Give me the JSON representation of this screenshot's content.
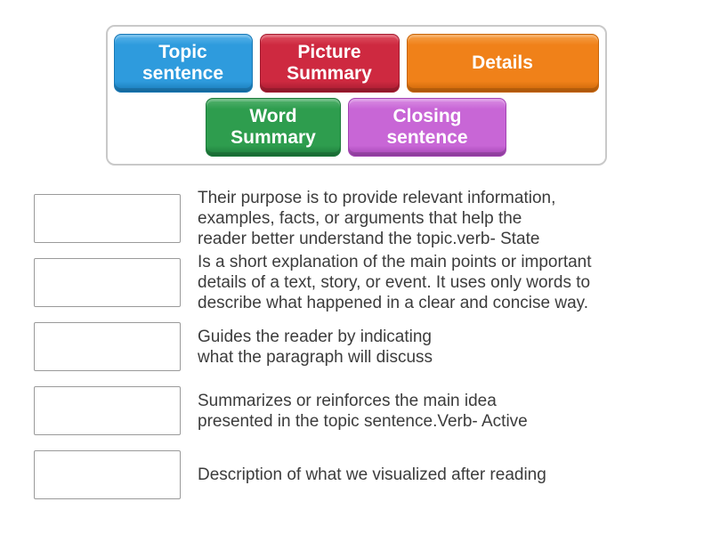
{
  "page": {
    "background": "#ffffff",
    "text_color": "#3c3c3c",
    "slot_border_color": "#9a9a9a",
    "tray_border_color": "#c9c9c9"
  },
  "tray": {
    "tiles": [
      {
        "id": "topic-sentence",
        "label": "Topic\nsentence",
        "colors": {
          "base": "#2E9BDD",
          "light": "#5CB4EA",
          "dark": "#1878B5"
        }
      },
      {
        "id": "picture-summary",
        "label": "Picture\nSummary",
        "colors": {
          "base": "#CE2940",
          "light": "#DF5263",
          "dark": "#A31C30"
        }
      },
      {
        "id": "details",
        "label": "Details",
        "colors": {
          "base": "#F08119",
          "light": "#F6A14C",
          "dark": "#C76408"
        }
      },
      {
        "id": "word-summary",
        "label": "Word\nSummary",
        "colors": {
          "base": "#2E9D4E",
          "light": "#55B26F",
          "dark": "#1C7A3B"
        }
      },
      {
        "id": "closing-sentence",
        "label": "Closing\nsentence",
        "colors": {
          "base": "#C866D6",
          "light": "#DA8FE4",
          "dark": "#A344B3"
        }
      }
    ]
  },
  "matches": [
    {
      "clue": "Their purpose is to provide relevant information,\nexamples, facts, or arguments that help the\nreader better understand the topic.verb- State"
    },
    {
      "clue": "Is a short explanation of the main points or important\ndetails of a text, story, or event. It uses only words to\ndescribe what happened in a clear and concise way."
    },
    {
      "clue": "Guides the reader by indicating\nwhat the paragraph will discuss"
    },
    {
      "clue": "Summarizes or reinforces the main idea\npresented in the topic sentence.Verb- Active"
    },
    {
      "clue": "Description of what we visualized after reading"
    }
  ]
}
